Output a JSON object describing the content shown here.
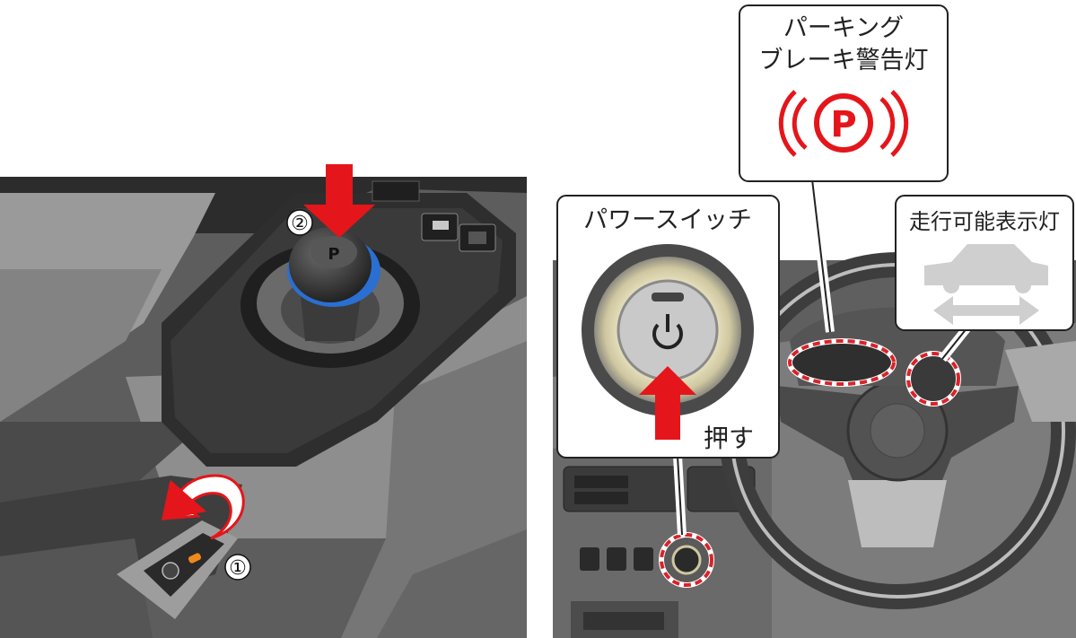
{
  "left_panel": {
    "step1_marker": "①",
    "step2_marker": "②",
    "shift_knob_letter": "P",
    "colors": {
      "press_arrow": "#e4161b",
      "indicator_amber": "#f08a1c",
      "knob_ring_blue": "#2a6fd1"
    }
  },
  "right_panel": {
    "power_switch_label": "パワースイッチ",
    "press_label": "押す",
    "parking_brake_label_line1": "パーキング",
    "parking_brake_label_line2": "ブレーキ警告灯",
    "parking_brake_symbol": "P",
    "ready_indicator_label": "走行可能表示灯",
    "colors": {
      "warning_red": "#e4161b",
      "highlight_dash": "#d8232a"
    }
  }
}
